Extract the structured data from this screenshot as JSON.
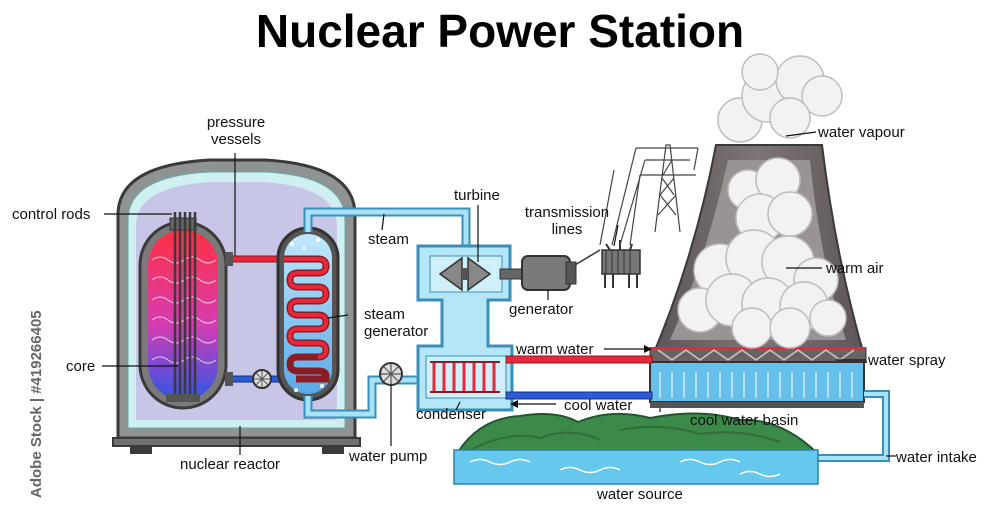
{
  "title": "Nuclear Power Station",
  "stock_id": "Adobe Stock | #419266405",
  "labels": {
    "control_rods": "control rods",
    "pressure_vessels": "pressure\nvessels",
    "core": "core",
    "nuclear_reactor": "nuclear reactor",
    "steam": "steam",
    "steam_generator": "steam\ngenerator",
    "water_pump": "water pump",
    "turbine": "turbine",
    "transmission_lines": "transmission\nlines",
    "generator": "generator",
    "condenser": "condenser",
    "warm_water": "warm water",
    "cool_water": "cool water",
    "water_vapour": "water vapour",
    "warm_air": "warm air",
    "water_spray": "water spray",
    "cool_water_basin": "cool water basin",
    "water_intake": "water intake",
    "water_source": "water source"
  },
  "colors": {
    "hot": "#e8283a",
    "cold": "#2a5bd8",
    "pipe": "#9fdcf6",
    "tower": "#6b6363",
    "hill": "#3c8a4a",
    "water": "#67c8ee"
  }
}
